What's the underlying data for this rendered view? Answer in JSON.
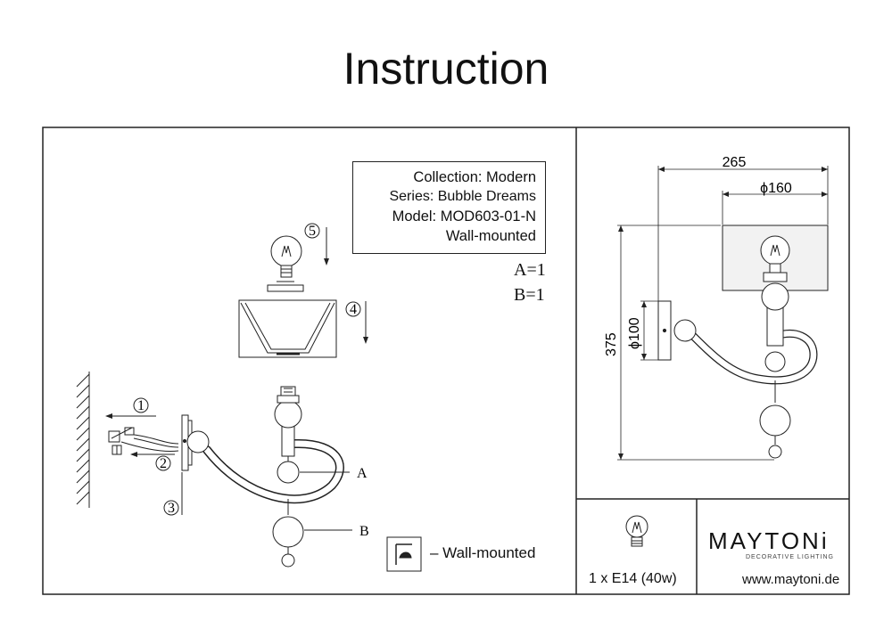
{
  "title": "Instruction",
  "info_box": {
    "collection": "Collection: Modern",
    "series": "Series: Bubble Dreams",
    "model": "Model: MOD603-01-N",
    "mounting": "Wall-mounted"
  },
  "part_counts": {
    "a": "A=1",
    "b": "B=1"
  },
  "steps": [
    "1",
    "2",
    "3",
    "4",
    "5"
  ],
  "parts": [
    "A",
    "B"
  ],
  "legend": {
    "text": "– Wall-mounted"
  },
  "dimensions": {
    "width": "265",
    "shade_diameter": "ϕ160",
    "height": "375",
    "plate_diameter": "ϕ100"
  },
  "bulb_spec": "1 x E14 (40w)",
  "brand": {
    "name": "MAYTONi",
    "tagline": "DECORATIVE LIGHTING",
    "website": "www.maytoni.de"
  }
}
